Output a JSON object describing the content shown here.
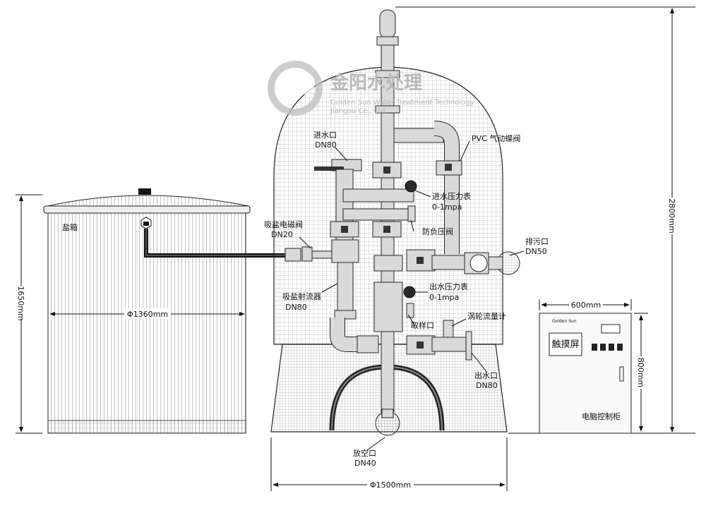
{
  "watermark": {
    "cn": "金阳水处理",
    "en1": "Golden Sun Water Treatment Technology",
    "en2": "Jiangsu Co., Ltd."
  },
  "labels": {
    "salt_tank": "盐箱",
    "inlet": [
      "进水口",
      "DN80"
    ],
    "pvc_valve": "PVC 气动蝶阀",
    "inlet_gauge": [
      "进水压力表",
      "0-1mpa"
    ],
    "salt_valve": [
      "吸盐电磁阀",
      "DN20"
    ],
    "anti_neg": "防负压阀",
    "drain": [
      "排污口",
      "DN50"
    ],
    "outlet_gauge": [
      "出水压力表",
      "0-1mpa"
    ],
    "ejector": [
      "吸盐射流器",
      "DN80"
    ],
    "sample": "取样口",
    "flowmeter": "涡轮流量计",
    "outlet": [
      "出水口",
      "DN80"
    ],
    "vent": [
      "放空口",
      "DN40"
    ],
    "touch": "触摸屏",
    "cabinet_brand": "Golden Sun",
    "cabinet": "电脑控制柜"
  },
  "dimensions": {
    "tank_height": "2800mm",
    "salt_height": "1650mm",
    "salt_dia": "Φ1360mm",
    "tank_dia": "Φ1500mm",
    "cab_width": "600mm",
    "cab_height": "800mm"
  }
}
